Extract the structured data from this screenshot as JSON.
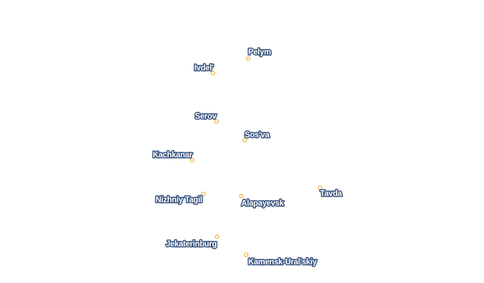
{
  "map": {
    "marker_color": "#f2b33d",
    "label_fill": "#ffffff",
    "label_halo": "#35507a",
    "cities": [
      {
        "name": "Pelym"
      },
      {
        "name": "Ivdel'"
      },
      {
        "name": "Serov"
      },
      {
        "name": "Sos'va"
      },
      {
        "name": "Kachkanar"
      },
      {
        "name": "Tavda"
      },
      {
        "name": "Nizhniy Tagil"
      },
      {
        "name": "Alapayevsk"
      },
      {
        "name": "Jekaterinburg"
      },
      {
        "name": "Kamensk-Ural'skiy"
      }
    ]
  }
}
